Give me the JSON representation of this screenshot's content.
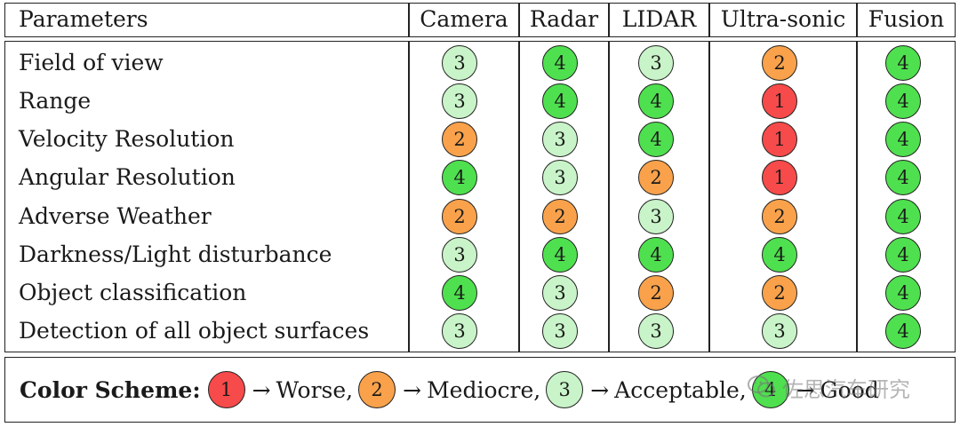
{
  "header": {
    "parameters": "Parameters",
    "columns": [
      "Camera",
      "Radar",
      "LIDAR",
      "Ultra-sonic",
      "Fusion"
    ]
  },
  "rows": [
    {
      "label": "Field of view",
      "ratings": [
        3,
        4,
        3,
        2,
        4
      ]
    },
    {
      "label": "Range",
      "ratings": [
        3,
        4,
        4,
        1,
        4
      ]
    },
    {
      "label": "Velocity Resolution",
      "ratings": [
        2,
        3,
        4,
        1,
        4
      ]
    },
    {
      "label": "Angular Resolution",
      "ratings": [
        4,
        3,
        2,
        1,
        4
      ]
    },
    {
      "label": "Adverse Weather",
      "ratings": [
        2,
        2,
        3,
        2,
        4
      ]
    },
    {
      "label": "Darkness/Light disturbance",
      "ratings": [
        3,
        4,
        4,
        4,
        4
      ]
    },
    {
      "label": "Object classification",
      "ratings": [
        4,
        3,
        2,
        2,
        4
      ]
    },
    {
      "label": "Detection of all object surfaces",
      "ratings": [
        3,
        3,
        3,
        3,
        4
      ]
    }
  ],
  "legend": {
    "title": "Color Scheme:",
    "arrow": "→",
    "items": [
      {
        "value": "1",
        "label": "Worse,"
      },
      {
        "value": "2",
        "label": "Mediocre,"
      },
      {
        "value": "3",
        "label": "Acceptable,"
      },
      {
        "value": "4",
        "label": "Good"
      }
    ]
  },
  "colors": {
    "1": "#f74a4a",
    "2": "#f9a24b",
    "3": "#c9f4c9",
    "4": "#4fe04f"
  },
  "watermark": {
    "text": "佐思汽车研究",
    "icon": "wechat-icon"
  }
}
